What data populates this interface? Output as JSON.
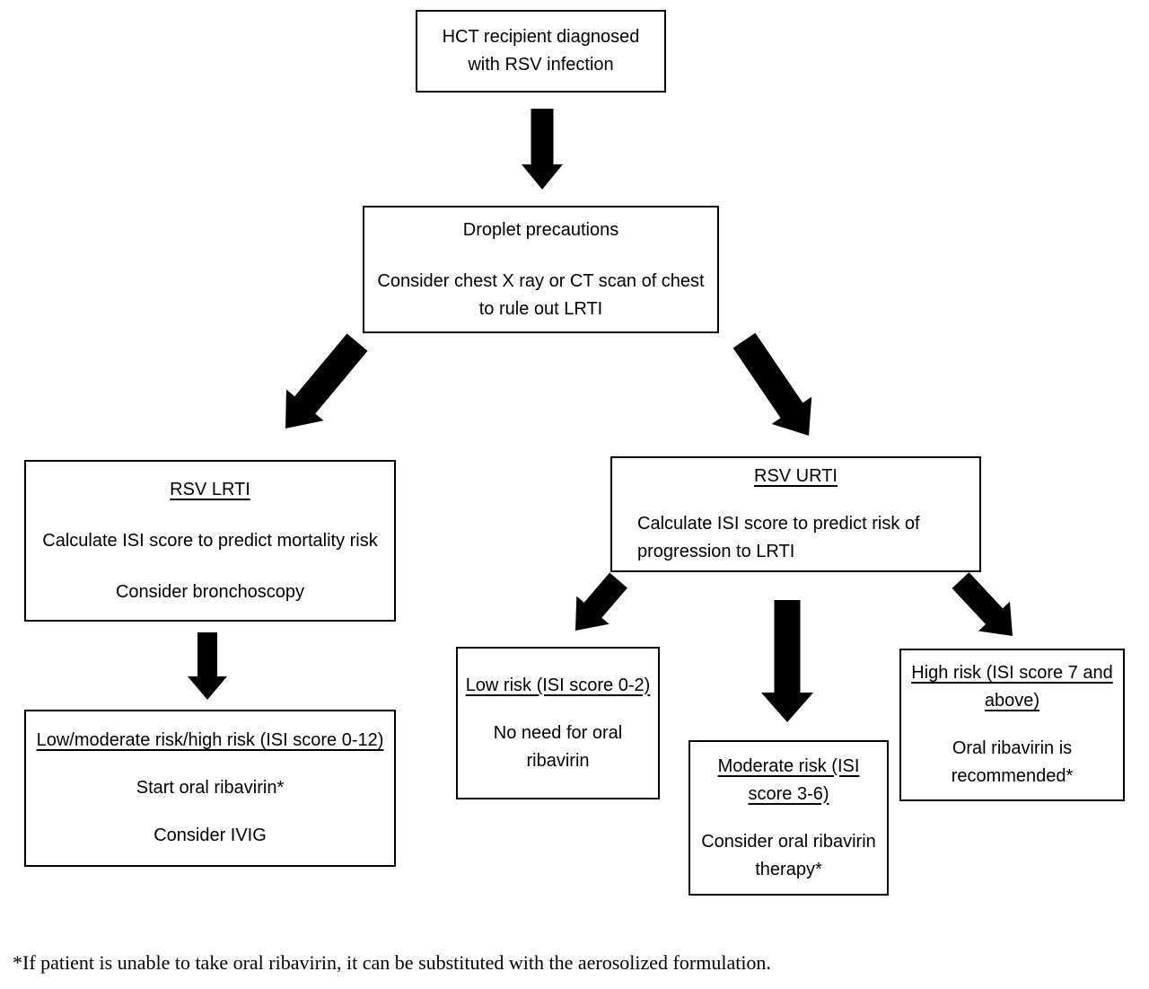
{
  "diagram": {
    "type": "flowchart",
    "colors": {
      "ink": "#000000",
      "background": "#ffffff"
    },
    "nodes": {
      "hct": {
        "text": "HCT recipient diagnosed with RSV infection"
      },
      "droplet": {
        "line1": "Droplet precautions",
        "line2": "Consider chest X ray or CT scan of chest to rule out LRTI"
      },
      "rsv_lrti": {
        "heading": "RSV LRTI",
        "line1": "Calculate ISI score to predict mortality risk",
        "line2": "Consider bronchoscopy"
      },
      "rsv_urti": {
        "heading": "RSV URTI",
        "line1": "Calculate ISI score to predict risk of progression to LRTI"
      },
      "lrti_risk": {
        "heading": "Low/moderate risk/high risk (ISI score 0-12)",
        "line1": "Start oral ribavirin*",
        "line2": "Consider IVIG"
      },
      "low_risk": {
        "heading": "Low risk (ISI score 0-2)",
        "line1": "No need for oral ribavirin"
      },
      "moderate_risk": {
        "heading": "Moderate risk (ISI score 3-6)",
        "line1": "Consider oral ribavirin therapy*"
      },
      "high_risk": {
        "heading": "High risk (ISI score 7 and above)",
        "line1": "Oral ribavirin is recommended*"
      }
    },
    "edges": [
      {
        "from": "hct",
        "to": "droplet"
      },
      {
        "from": "droplet",
        "to": "rsv_lrti"
      },
      {
        "from": "droplet",
        "to": "rsv_urti"
      },
      {
        "from": "rsv_lrti",
        "to": "lrti_risk"
      },
      {
        "from": "rsv_urti",
        "to": "low_risk"
      },
      {
        "from": "rsv_urti",
        "to": "moderate_risk"
      },
      {
        "from": "rsv_urti",
        "to": "high_risk"
      }
    ],
    "footnote": "*If patient is unable to take oral ribavirin, it can be substituted with the aerosolized formulation."
  }
}
